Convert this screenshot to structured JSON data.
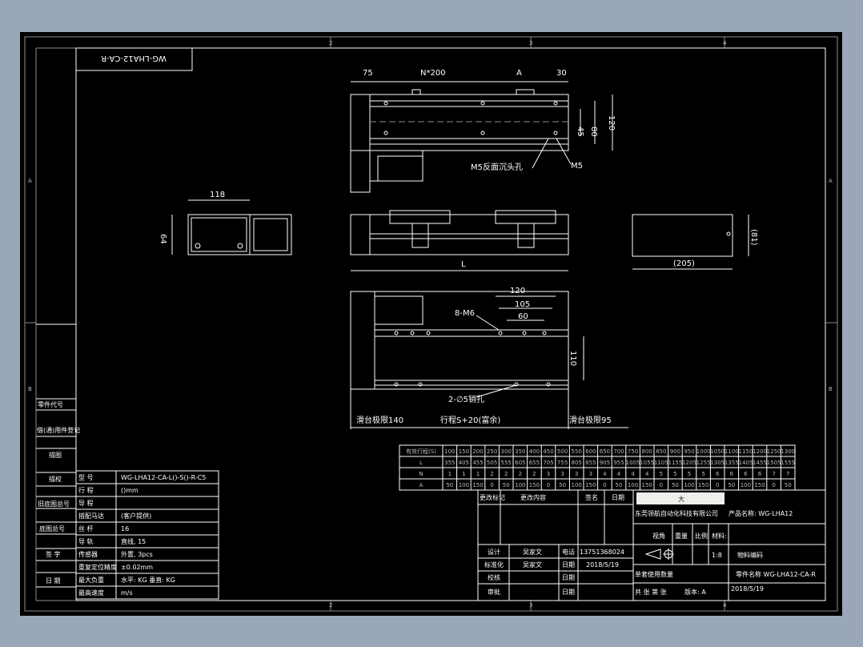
{
  "drawing": {
    "rotated_code": "WG-LHA12-CA-R",
    "zone_cols": [
      "2",
      "3",
      "4"
    ],
    "zone_rows": [
      "A",
      "B"
    ]
  },
  "top_view": {
    "dims": [
      "75",
      "N*200",
      "A",
      "30"
    ],
    "side_dims": [
      "45",
      "80",
      "120"
    ],
    "notes": [
      "M5反面沉头孔",
      "M5"
    ]
  },
  "end_view": {
    "width": "118",
    "height": "64"
  },
  "front_view": {
    "length": "L"
  },
  "side_view": {
    "width": "(205)",
    "height": "(81)"
  },
  "bottom_view": {
    "dims": [
      "120",
      "105",
      "60",
      "110"
    ],
    "notes": [
      "8-M6",
      "2-∅5销孔"
    ],
    "bottom_labels": [
      "滑台极限140",
      "行程S+20(富余)",
      "滑台极限95"
    ]
  },
  "stroke_table": {
    "header": [
      "有效行程(S)",
      "100",
      "150",
      "200",
      "250",
      "300",
      "350",
      "400",
      "450",
      "500",
      "550",
      "600",
      "650",
      "700",
      "750",
      "800",
      "850",
      "900",
      "950",
      "1000",
      "1050",
      "1100",
      "1150",
      "1200",
      "1250",
      "1300"
    ],
    "rows": [
      [
        "L",
        "355",
        "405",
        "455",
        "505",
        "555",
        "605",
        "655",
        "705",
        "755",
        "805",
        "855",
        "905",
        "955",
        "1005",
        "1055",
        "1105",
        "1155",
        "1205",
        "1255",
        "1305",
        "1355",
        "1405",
        "1455",
        "1505",
        "1555"
      ],
      [
        "N",
        "1",
        "1",
        "1",
        "2",
        "2",
        "2",
        "2",
        "3",
        "3",
        "3",
        "3",
        "4",
        "4",
        "4",
        "4",
        "5",
        "5",
        "5",
        "5",
        "6",
        "6",
        "6",
        "6",
        "7",
        "7"
      ],
      [
        "A",
        "50",
        "100",
        "150",
        "0",
        "50",
        "100",
        "150",
        "0",
        "50",
        "100",
        "150",
        "0",
        "50",
        "100",
        "150",
        "0",
        "50",
        "100",
        "150",
        "0",
        "50",
        "100",
        "150",
        "0",
        "50"
      ]
    ]
  },
  "spec_table": [
    [
      "型 号",
      "WG-LHA12-CA-L()-S()-R-C5"
    ],
    [
      "行 程",
      "()mm"
    ],
    [
      "导 程",
      ""
    ],
    [
      "搭配马达",
      "(客户提供)"
    ],
    [
      "丝 杆",
      "16"
    ],
    [
      "导 轨",
      "直线, 15"
    ],
    [
      "传感器",
      "外置, 3pcs"
    ],
    [
      "重复定位精度",
      "±0.02mm"
    ],
    [
      "最大负重",
      "水平: KG    垂直: KG"
    ],
    [
      "最高速度",
      "m/s"
    ]
  ],
  "side_labels": [
    "零件代号",
    "借(通)用件登记",
    "描图",
    "描校",
    "旧底图总号",
    "底图总号",
    "签 字",
    "日 期"
  ],
  "title_block": {
    "rev_headers": [
      "更改标记",
      "更改内容",
      "签名",
      "日期"
    ],
    "company": "东莞领航自动化科技有限公司",
    "product_label": "产品名称: WG-LHA12",
    "highlight_cell": "大",
    "row_labels": [
      "设计",
      "标准化",
      "校核",
      "审批"
    ],
    "designer": "吴家文",
    "standardizer": "吴家文",
    "phone_label": "电话",
    "phone": "13751368024",
    "date_label": "日期",
    "date": "2018/5/19",
    "scale_labels": [
      "视角",
      "重量",
      "比例",
      "材料:"
    ],
    "scale_value": "1:8",
    "material_code": "物料编码",
    "usage": "单套使用数量",
    "part_name": "零件名称 WG-LHA12-CA-R",
    "sheets": "共 张  第 张",
    "version": "版本: A",
    "date_bottom": "2018/5/19"
  }
}
